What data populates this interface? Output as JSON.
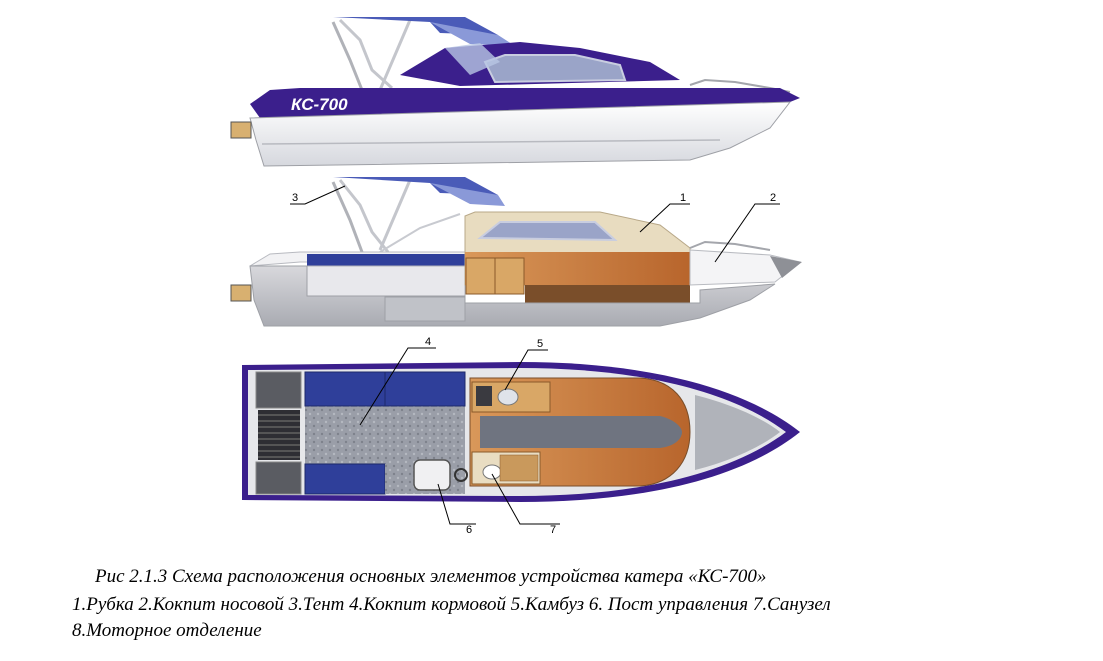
{
  "boat_name": "КС-700",
  "callouts": [
    "1",
    "2",
    "3",
    "4",
    "5",
    "6",
    "7"
  ],
  "caption": {
    "title": "Рис 2.1.3  Схема расположения основных элементов устройства катера «КС-700»",
    "legend_line1": "1.Рубка 2.Кокпит носовой 3.Тент 4.Кокпит кормовой 5.Камбуз 6.  Пост управления 7.Санузел",
    "legend_line2": "8.Моторное отделение"
  },
  "colors": {
    "hull_purple": "#3b1f8c",
    "canopy_blue": "#4a5bb8",
    "wood": "#c87a3e",
    "cabin_beige": "#e8dcc0",
    "hull_white": "#f4f4f6",
    "hull_grey": "#c8c8cc",
    "seat_blue": "#2f3f9a",
    "floor_grey": "#8a8f9a"
  }
}
